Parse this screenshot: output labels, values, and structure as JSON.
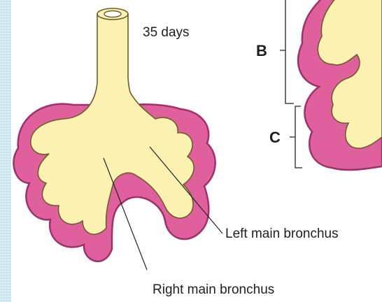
{
  "labels": {
    "age": "35 days",
    "segment_b": "B",
    "segment_c": "C",
    "left_main_bronchus": "Left main bronchus",
    "right_main_bronchus": "Right main bronchus"
  },
  "colors": {
    "mesenchyme": "#e0609e",
    "mesenchyme_outline": "#a0306a",
    "endoderm": "#fbf1b0",
    "endoderm_outline": "#6b5d2a",
    "border": "#d9ecf4",
    "text": "#1e1e1e"
  }
}
